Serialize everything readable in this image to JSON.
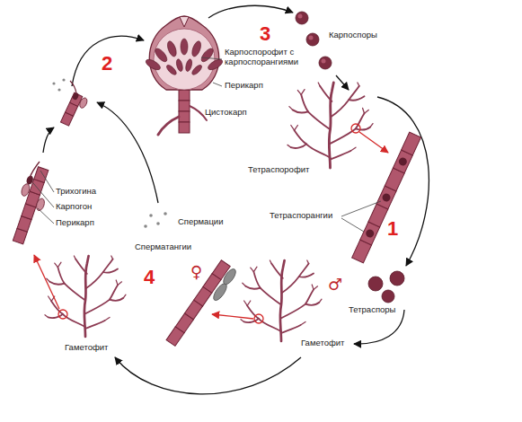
{
  "diagram": {
    "labels": [
      "2",
      "3",
      "Карпоспорофит с карпоспорангиями",
      "Перикарп",
      "Цистокарп",
      "Карпоспоры",
      "Тетраспорофит",
      "Тетраспорангии",
      "1",
      "Трихогина",
      "Карпогон",
      "Перикарп",
      "Спермации",
      "Сперматангии",
      "4",
      "Тетраспоры",
      "♀",
      "Гаметофит",
      "♂",
      "Гаметофит"
    ]
  }
}
